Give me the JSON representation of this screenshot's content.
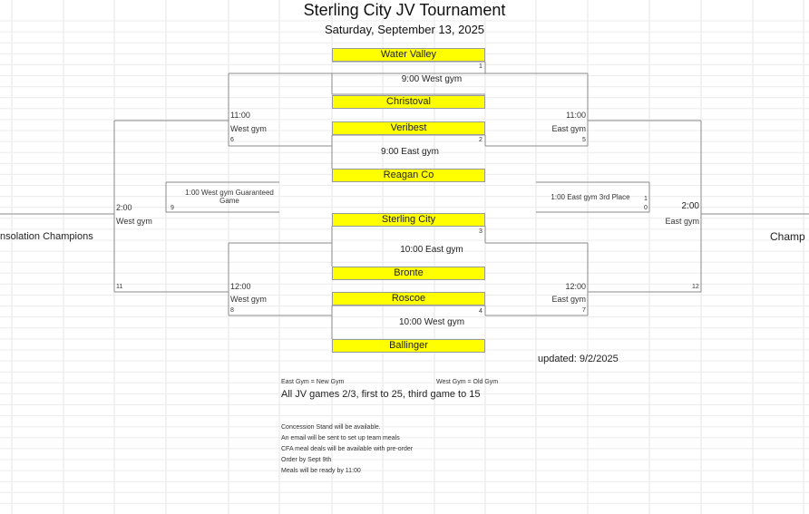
{
  "header": {
    "title": "Sterling City JV Tournament",
    "date": "Saturday, September 13, 2025"
  },
  "teams": {
    "t1": "Water Valley",
    "t2": "Christoval",
    "t3": "Veribest",
    "t4": "Reagan Co",
    "t5": "Sterling City",
    "t6": "Bronte",
    "t7": "Roscoe",
    "t8": "Ballinger"
  },
  "games": {
    "g1": {
      "num": "1",
      "info": "9:00 West gym"
    },
    "g2": {
      "num": "2",
      "info": "9:00 East gym"
    },
    "g3": {
      "num": "3",
      "info": "10:00 East gym"
    },
    "g4": {
      "num": "4",
      "info": "10:00 West gym"
    },
    "g5": {
      "num": "5",
      "time": "11:00",
      "gym": "East gym"
    },
    "g6": {
      "num": "6",
      "time": "11:00",
      "gym": "West gym"
    },
    "g7": {
      "num": "7",
      "time": "12:00",
      "gym": "East gym"
    },
    "g8": {
      "num": "8",
      "time": "12:00",
      "gym": "West gym"
    },
    "g9": {
      "num": "9",
      "info_line1": "1:00 West gym Guaranteed",
      "info_line2": "Game"
    },
    "g10": {
      "num_a": "1",
      "num_b": "0",
      "info": "1:00 East gym 3rd Place"
    },
    "g11": {
      "num": "11",
      "time": "2:00",
      "gym": "West gym"
    },
    "g12": {
      "num": "12",
      "time": "2:00",
      "gym": "East gym"
    }
  },
  "labels": {
    "consolation": "nsolation Champions",
    "champions": "Champ",
    "updated": "updated: 9/2/2025"
  },
  "notes": {
    "east_gym": "East Gym = New Gym",
    "west_gym": "West Gym = Old Gym",
    "rules": "All JV games 2/3, first to 25, third game to 15",
    "lines": [
      "Concession Stand will be available.",
      "An email will be sent to set up team meals",
      "CFA meal deals will be available with pre-order",
      "Order by Sept 9th",
      "Meals will be ready by 11:00"
    ]
  }
}
